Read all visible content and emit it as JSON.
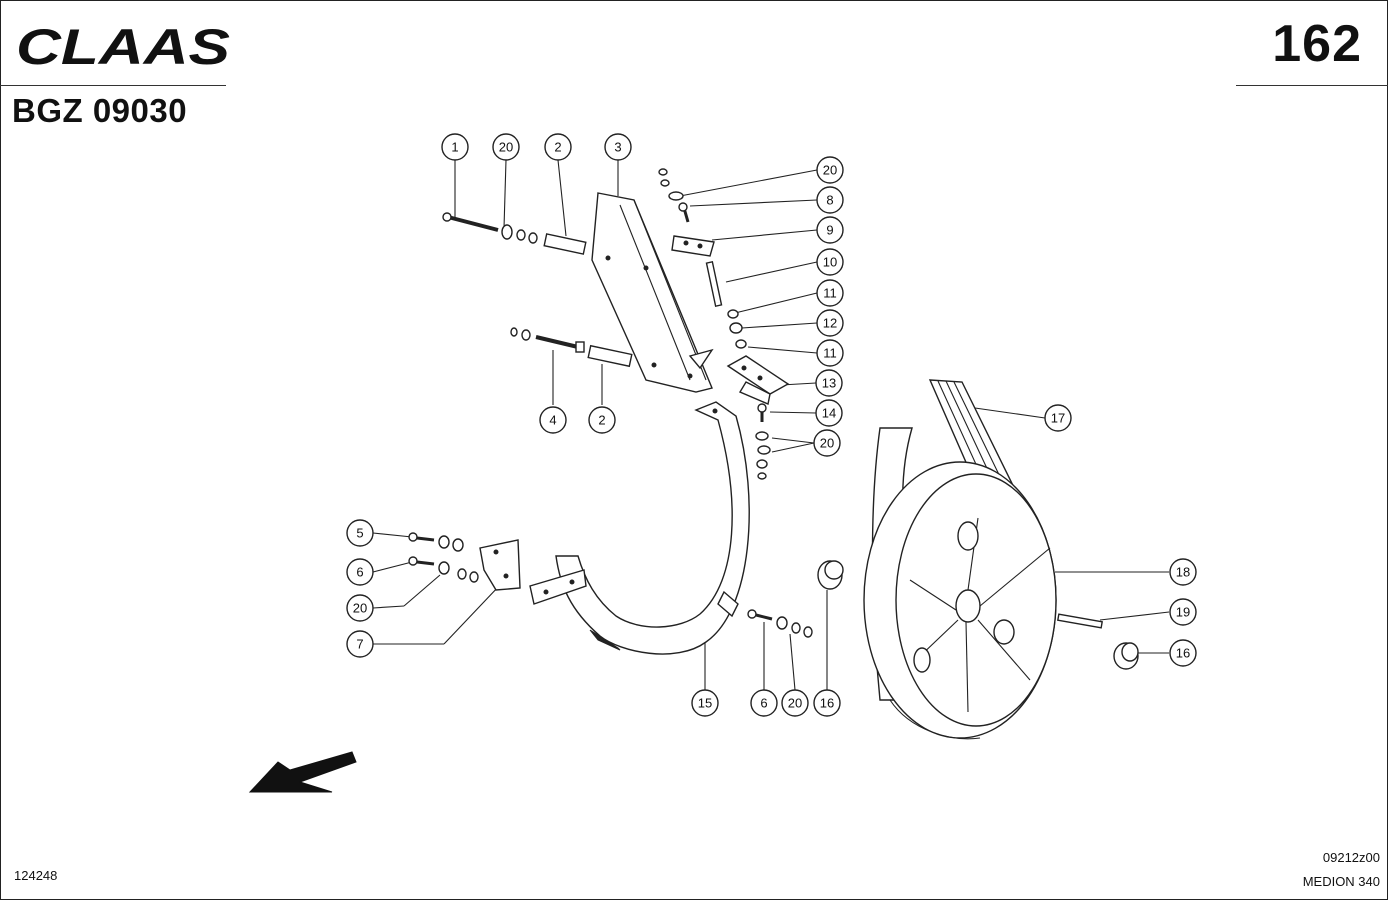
{
  "header": {
    "brand": "CLAAS",
    "page_number": "162",
    "doc_code": "BGZ 09030"
  },
  "footer": {
    "image_number": "124248",
    "drawing_code": "09212z00",
    "model": "MEDION 340"
  },
  "callouts": [
    {
      "id": "c1",
      "label": "1"
    },
    {
      "id": "c2",
      "label": "20"
    },
    {
      "id": "c3",
      "label": "2"
    },
    {
      "id": "c4",
      "label": "3"
    },
    {
      "id": "c5",
      "label": "20"
    },
    {
      "id": "c6",
      "label": "8"
    },
    {
      "id": "c7",
      "label": "9"
    },
    {
      "id": "c8",
      "label": "10"
    },
    {
      "id": "c9",
      "label": "11"
    },
    {
      "id": "c10",
      "label": "12"
    },
    {
      "id": "c11",
      "label": "11"
    },
    {
      "id": "c12",
      "label": "13"
    },
    {
      "id": "c13",
      "label": "14"
    },
    {
      "id": "c14",
      "label": "20"
    },
    {
      "id": "c15",
      "label": "4"
    },
    {
      "id": "c16",
      "label": "2"
    },
    {
      "id": "c17",
      "label": "17"
    },
    {
      "id": "c18",
      "label": "5"
    },
    {
      "id": "c19",
      "label": "6"
    },
    {
      "id": "c20",
      "label": "20"
    },
    {
      "id": "c21",
      "label": "7"
    },
    {
      "id": "c22",
      "label": "18"
    },
    {
      "id": "c23",
      "label": "19"
    },
    {
      "id": "c24",
      "label": "16"
    },
    {
      "id": "c25",
      "label": "15"
    },
    {
      "id": "c26",
      "label": "6"
    },
    {
      "id": "c27",
      "label": "20"
    },
    {
      "id": "c28",
      "label": "16"
    }
  ]
}
